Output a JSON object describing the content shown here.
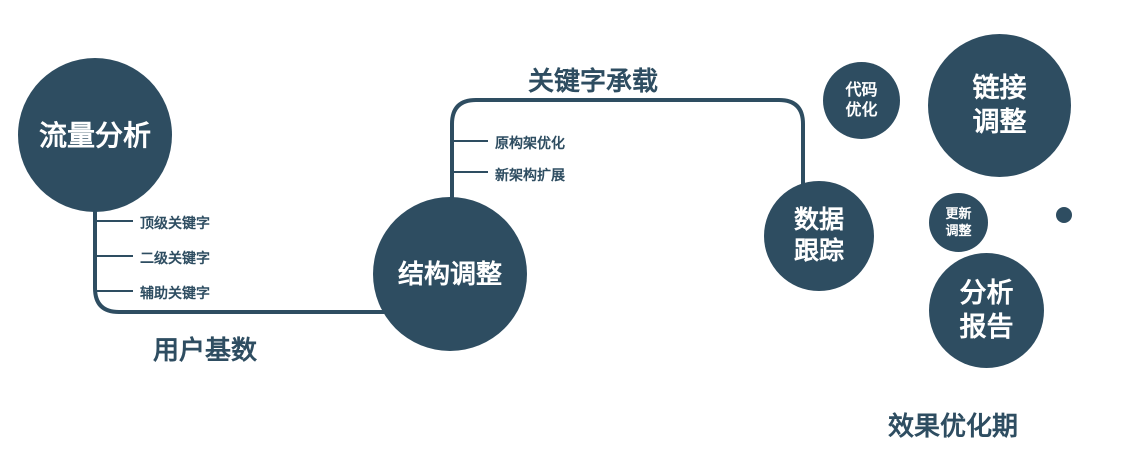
{
  "colors": {
    "primary": "#2e4d61",
    "node_text": "#ffffff"
  },
  "nodes": {
    "traffic": {
      "label": "流量分析"
    },
    "structure": {
      "label": "结构调整"
    },
    "data_tracking": {
      "line1": "数据",
      "line2": "跟踪"
    },
    "code_opt": {
      "line1": "代码",
      "line2": "优化"
    },
    "link_adjust": {
      "line1": "链接",
      "line2": "调整"
    },
    "update_adjust": {
      "line1": "更新",
      "line2": "调整"
    },
    "analysis_report": {
      "line1": "分析",
      "line2": "报告"
    }
  },
  "edge_labels": {
    "user_base": "用户基数",
    "keyword_bearing": "关键字承载",
    "effect_period": "效果优化期"
  },
  "ticks_left": [
    "顶级关键字",
    "二级关键字",
    "辅助关键字"
  ],
  "ticks_mid": [
    "原构架优化",
    "新架构扩展"
  ]
}
